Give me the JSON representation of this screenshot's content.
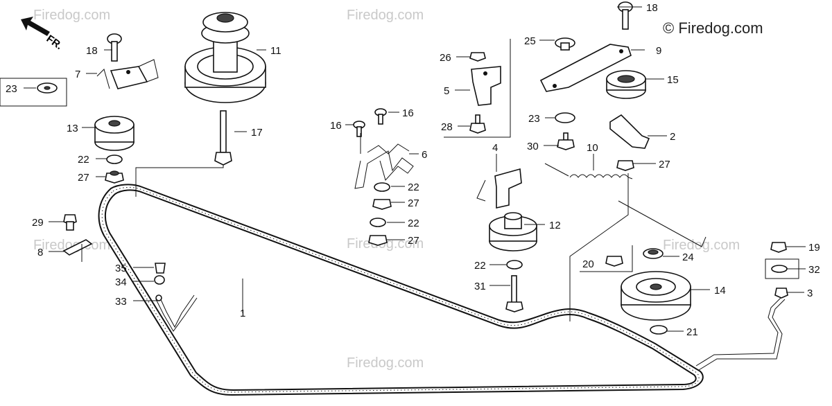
{
  "diagram": {
    "watermark": "Firedog.com",
    "watermark_main": "© Firedog.com",
    "front_label": "FR.",
    "callouts": {
      "p1": "1",
      "p2": "2",
      "p3": "3",
      "p4": "4",
      "p5": "5",
      "p6": "6",
      "p7": "7",
      "p8": "8",
      "p9": "9",
      "p10": "10",
      "p11": "11",
      "p12": "12",
      "p13": "13",
      "p14": "14",
      "p15": "15",
      "p16a": "16",
      "p16b": "16",
      "p17": "17",
      "p18a": "18",
      "p18b": "18",
      "p19": "19",
      "p20": "20",
      "p21": "21",
      "p22a": "22",
      "p22b": "22",
      "p22c": "22",
      "p22d": "22",
      "p23a": "23",
      "p23b": "23",
      "p24": "24",
      "p25": "25",
      "p26": "26",
      "p27a": "27",
      "p27b": "27",
      "p27c": "27",
      "p27d": "27",
      "p28": "28",
      "p29": "29",
      "p30": "30",
      "p31": "31",
      "p32": "32",
      "p33": "33",
      "p34": "34",
      "p35": "35"
    }
  }
}
